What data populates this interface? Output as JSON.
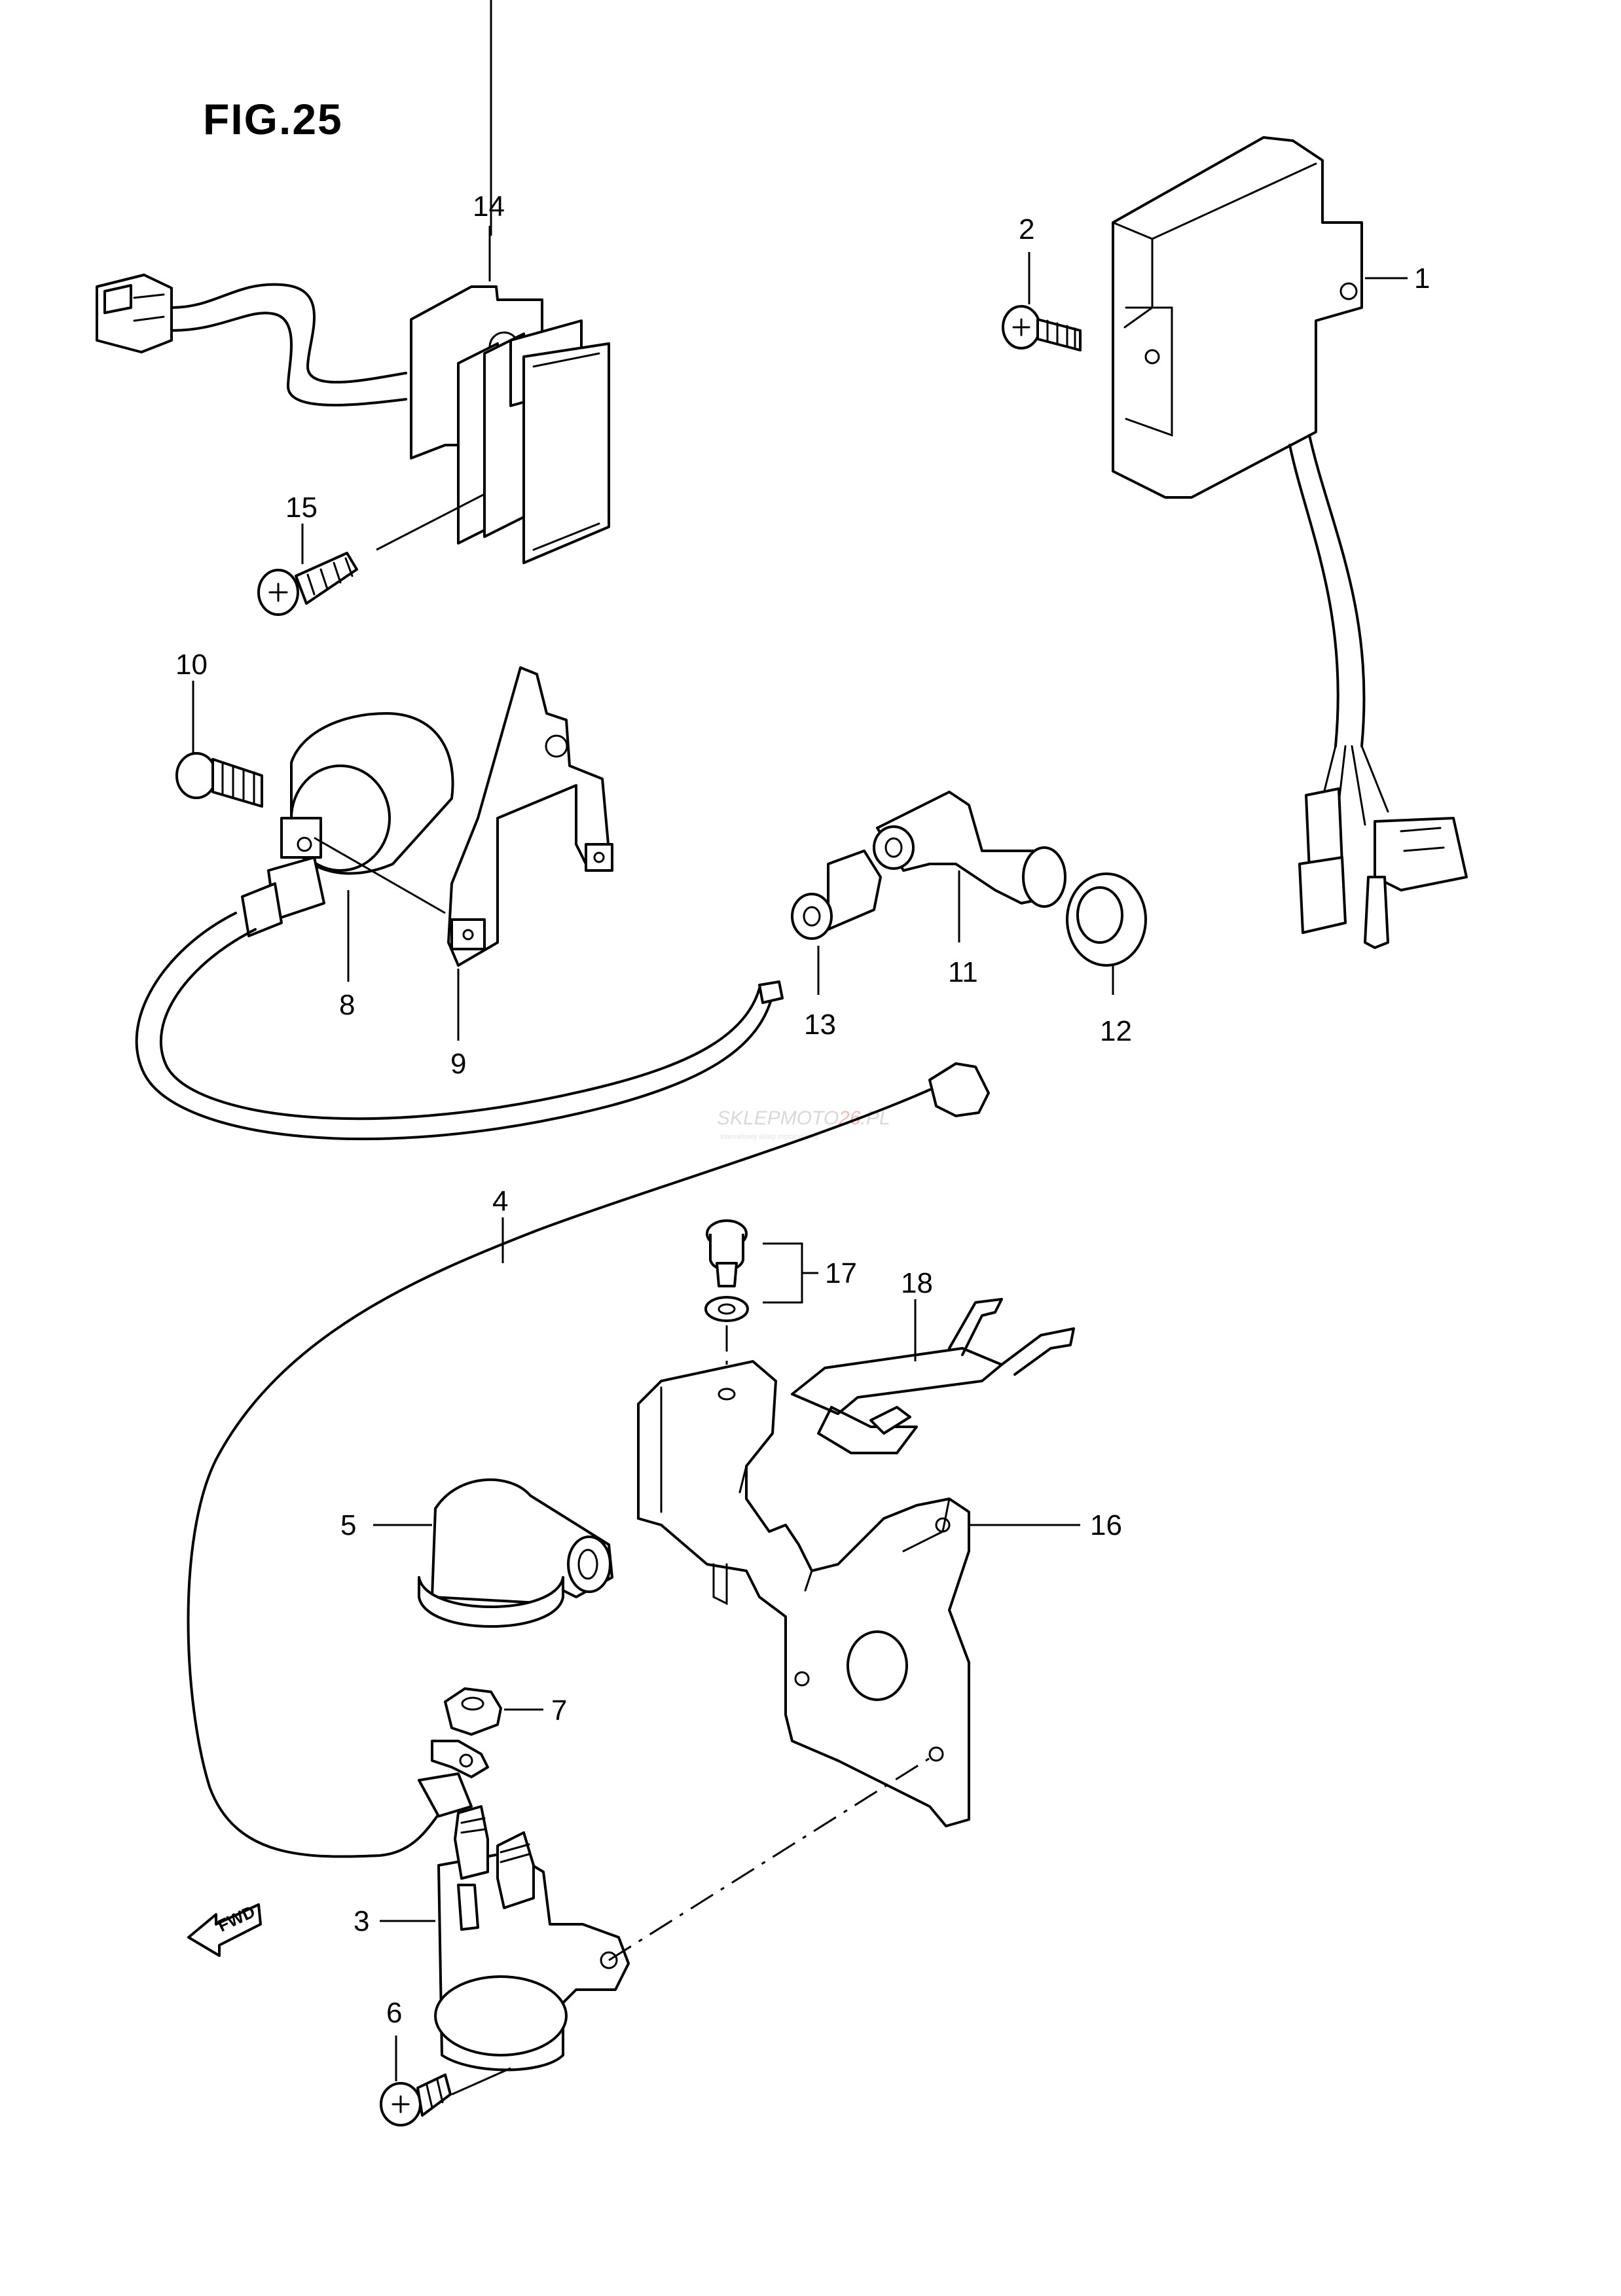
{
  "figure": {
    "title": "FIG.25"
  },
  "direction_marker": {
    "label": "FWD",
    "icon": "fwd-arrow-icon"
  },
  "watermark": {
    "brand": "SKLEPMOTO",
    "accent": "26",
    "suffix": ".PL",
    "tagline": "internetowy sklep motocyklowy"
  },
  "parts": [
    {
      "number": "1",
      "icon": "control-unit-icon"
    },
    {
      "number": "2",
      "icon": "screw-icon"
    },
    {
      "number": "3",
      "icon": "starter-relay-icon"
    },
    {
      "number": "4",
      "icon": "lead-wire-icon"
    },
    {
      "number": "5",
      "icon": "rubber-cap-icon"
    },
    {
      "number": "6",
      "icon": "screw-icon"
    },
    {
      "number": "7",
      "icon": "nut-icon"
    },
    {
      "number": "8",
      "icon": "ignition-coil-icon"
    },
    {
      "number": "9",
      "icon": "coil-bracket-icon"
    },
    {
      "number": "10",
      "icon": "bolt-icon"
    },
    {
      "number": "11",
      "icon": "plug-cap-icon"
    },
    {
      "number": "12",
      "icon": "seal-ring-icon"
    },
    {
      "number": "13",
      "icon": "grommet-icon"
    },
    {
      "number": "14",
      "icon": "regulator-rectifier-icon"
    },
    {
      "number": "15",
      "icon": "screw-icon"
    },
    {
      "number": "16",
      "icon": "mounting-bracket-icon"
    },
    {
      "number": "17",
      "icon": "bolt-and-washer-icon"
    },
    {
      "number": "18",
      "icon": "retaining-band-icon"
    }
  ],
  "colors": {
    "line": "#000000",
    "background": "#ffffff",
    "watermark_accent": "#f0b9b9"
  }
}
